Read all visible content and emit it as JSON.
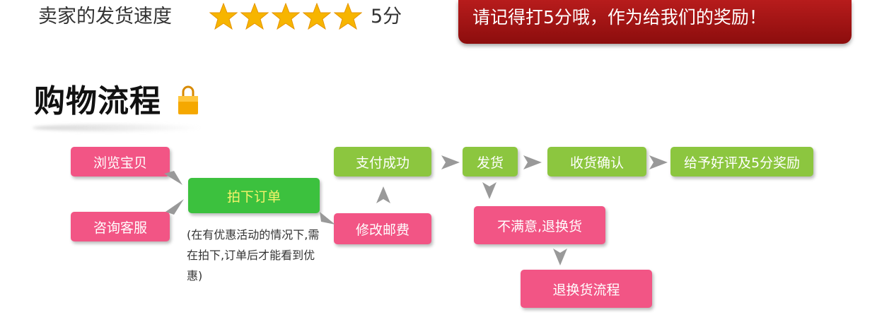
{
  "rating": {
    "label": "卖家的发货速度",
    "stars": 5,
    "score_text": "5分",
    "star_color": "#f7b500"
  },
  "banner": {
    "text": "请记得打5分哦，作为给我们的奖励！",
    "color": "#a31414"
  },
  "section": {
    "title": "购物流程",
    "icon": "shopping-bag-icon"
  },
  "flow": {
    "browse": "浏览宝贝",
    "consult": "咨询客服",
    "place_order": "拍下订单",
    "modify_postage": "修改邮费",
    "pay_success": "支付成功",
    "ship": "发货",
    "confirm_receipt": "收货确认",
    "give_review": "给予好评及5分奖励",
    "unsatisfied": "不满意,退换货",
    "return_process": "退换货流程",
    "note": "(在有优惠活动的情况下,需在拍下,订单后才能看到优惠)"
  },
  "colors": {
    "pink": "#f25585",
    "green": "#8cc63f",
    "bright_green": "#3cc13e",
    "arrow": "#999999"
  }
}
